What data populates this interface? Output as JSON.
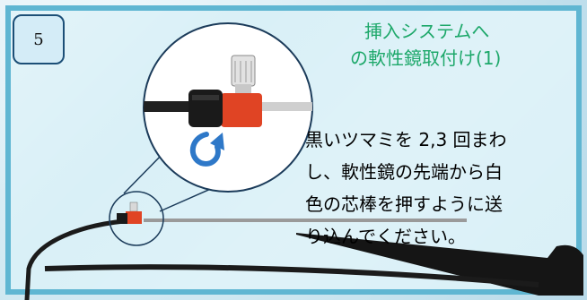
{
  "step": {
    "number": "5"
  },
  "title": {
    "line1": "挿入システムへ",
    "line2": "の軟性鏡取付け(1)"
  },
  "instruction": {
    "line1": "黒いツマミを 2,3 回まわ",
    "line2": "し、軟性鏡の先端から白",
    "line3": "色の芯棒を押すように送",
    "line4": "り込んでください。"
  },
  "colors": {
    "frame": "#5fb6d2",
    "title": "#1da86a",
    "badge_border": "#1c4f77",
    "arrow": "#2e78c8",
    "connector_red": "#e04424",
    "knob_black": "#1a1a1a"
  },
  "icons": {
    "rotation": "curved-arrow-icon"
  }
}
